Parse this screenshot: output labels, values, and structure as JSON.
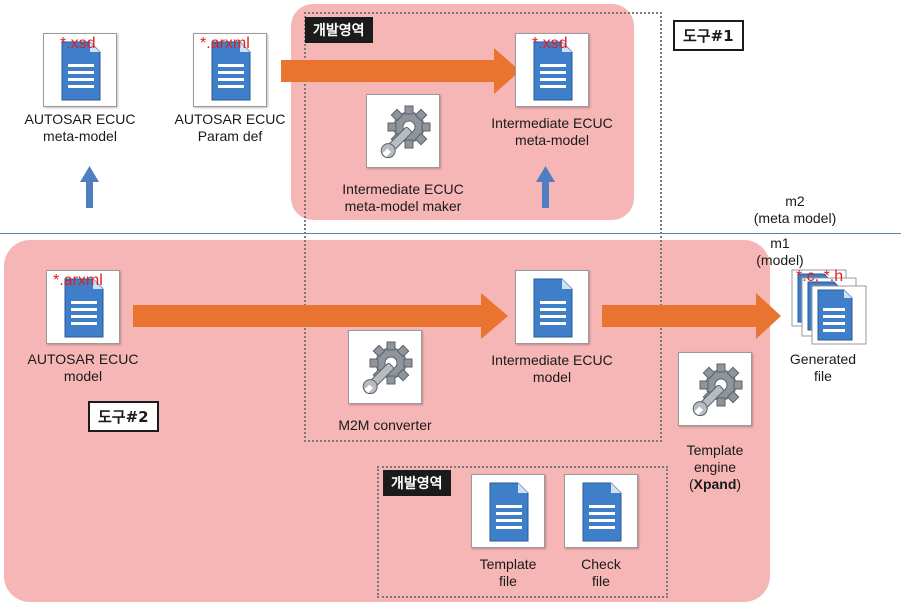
{
  "regions": {
    "top_tag": "개발영역",
    "tool1_tag": "도구#1",
    "tool2_tag": "도구#2",
    "bottom_tag": "개발영역"
  },
  "level_labels": {
    "m2_line1": "m2",
    "m2_line2": "(meta model)",
    "m1_line1": "m1",
    "m1_line2": "(model)"
  },
  "nodes": {
    "autosar_meta": {
      "ext": "*.xsd",
      "line1": "AUTOSAR ECUC",
      "line2": "meta-model"
    },
    "autosar_param": {
      "ext": "*.arxml",
      "line1": "AUTOSAR ECUC",
      "line2": "Param def"
    },
    "intermediate_meta": {
      "ext": "*.xsd",
      "line1": "Intermediate ECUC",
      "line2": "meta-model"
    },
    "meta_maker": {
      "line1": "Intermediate ECUC",
      "line2": "meta-model maker"
    },
    "autosar_model": {
      "ext": "*.arxml",
      "line1": "AUTOSAR ECUC",
      "line2": "model"
    },
    "intermediate_model": {
      "line1": "Intermediate ECUC",
      "line2": "model"
    },
    "m2m": {
      "line1": "M2M converter"
    },
    "generated": {
      "ext": "*.c, *.h",
      "line1": "Generated",
      "line2": "file"
    },
    "template_engine": {
      "line1": "Template",
      "line2": "engine",
      "line3_open": "(",
      "line3_bold": "Xpand",
      "line3_close": ")"
    },
    "template_file": {
      "line1": "Template",
      "line2": "file"
    },
    "check_file": {
      "line1": "Check",
      "line2": "file"
    }
  },
  "colors": {
    "region_fill": "#f6b6b6",
    "arrow_orange": "#e8742f",
    "arrow_blue": "#4f7fc0",
    "ext_red": "#e02020",
    "divider": "#5a7fb5"
  },
  "icons": {
    "document": "document-icon",
    "gear_wrench": "gear-wrench-icon",
    "multi_document": "document-stack-icon"
  }
}
